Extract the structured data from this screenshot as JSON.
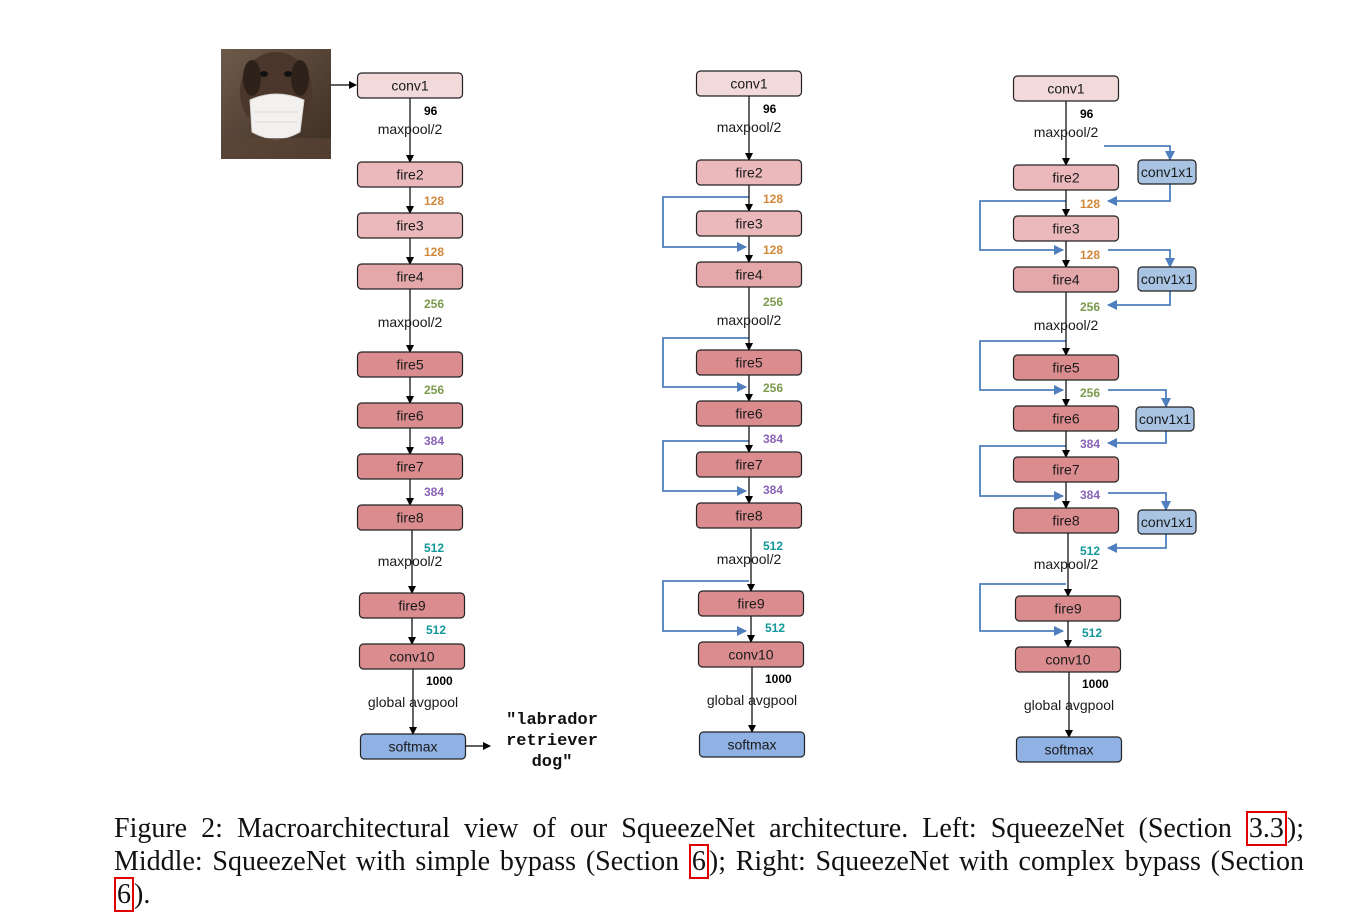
{
  "colors": {
    "conv1": "#f2dadb",
    "fire_light": "#ebb9bc",
    "fire_mid": "#e4a8ab",
    "fire_dark": "#db8c8f",
    "softmax": "#8fb1e3",
    "bypass_box": "#a8c4e2",
    "bypass_line": "#4f7fbf",
    "ch96": "#000000",
    "ch128": "#d1873a",
    "ch256": "#7a9a4c",
    "ch384": "#8a63b8",
    "ch512": "#13979a",
    "ch1000": "#000000"
  },
  "icons": [
    "dog-photo"
  ],
  "labels": {
    "conv1": "conv1",
    "fire2": "fire2",
    "fire3": "fire3",
    "fire4": "fire4",
    "fire5": "fire5",
    "fire6": "fire6",
    "fire7": "fire7",
    "fire8": "fire8",
    "fire9": "fire9",
    "conv10": "conv10",
    "softmax": "softmax",
    "maxpool": "maxpool/2",
    "gap": "global avgpool",
    "conv1x1": "conv1x1"
  },
  "channels": {
    "c96": "96",
    "c128": "128",
    "c256": "256",
    "c384": "384",
    "c512": "512",
    "c1000": "1000"
  },
  "output_text": [
    "\"labrador",
    "retriever",
    "dog\""
  ],
  "caption": {
    "t1": "Figure 2: Macroarchitectural view of our SqueezeNet architecture. Left: SqueezeNet (Section ",
    "r1": "3.3",
    "t2": "); Middle: SqueezeNet with simple bypass (Section ",
    "r2": "6",
    "t3": "); Right: SqueezeNet with complex bypass (Section ",
    "r3": "6",
    "t4": ")."
  }
}
